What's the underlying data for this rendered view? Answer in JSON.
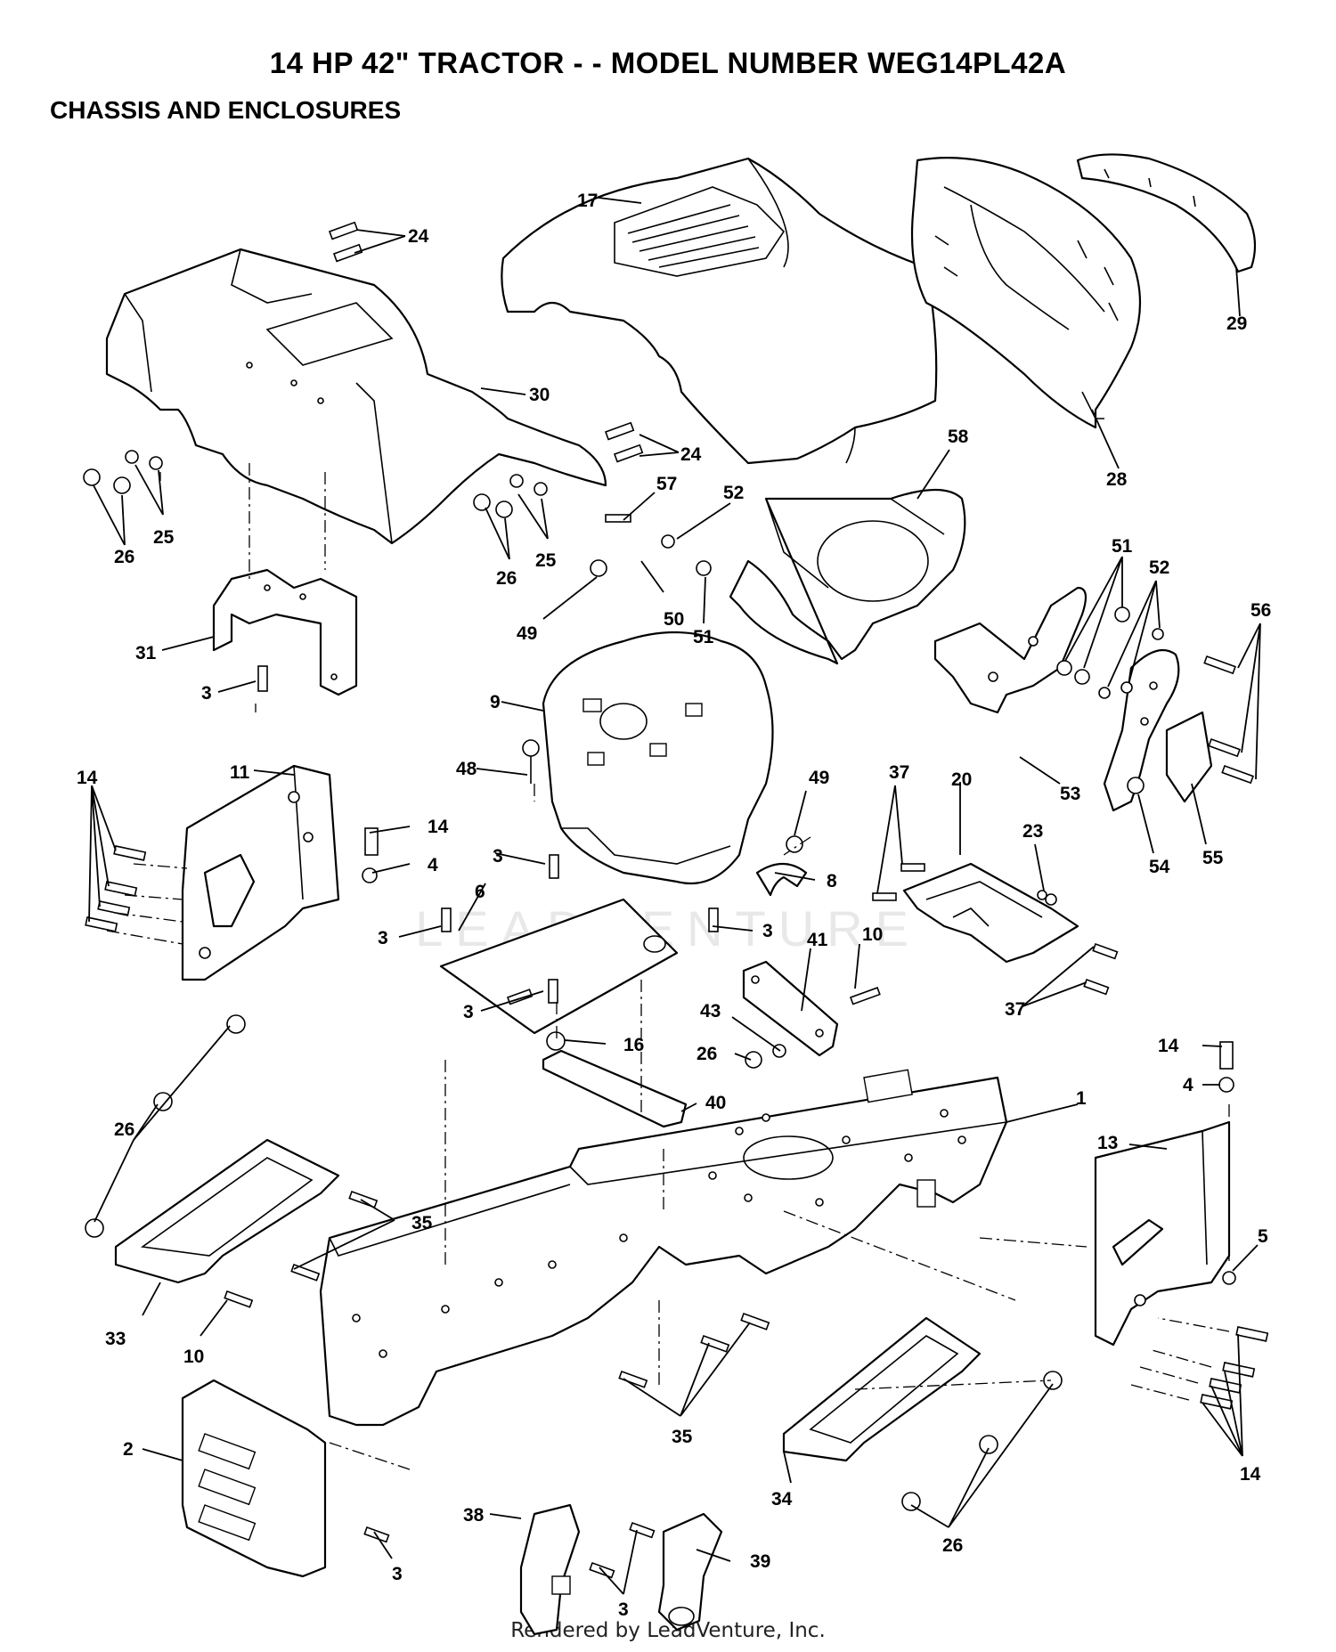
{
  "header": {
    "title": "14 HP 42\" TRACTOR - - MODEL NUMBER WEG14PL42A",
    "subtitle": "CHASSIS AND ENCLOSURES"
  },
  "watermark": "LEADVENTURE",
  "footer": "Rendered by LeadVenture, Inc.",
  "callouts": [
    {
      "id": "c17",
      "label": "17"
    },
    {
      "id": "c24a",
      "label": "24"
    },
    {
      "id": "c29",
      "label": "29"
    },
    {
      "id": "c30",
      "label": "30"
    },
    {
      "id": "c24b",
      "label": "24"
    },
    {
      "id": "c58",
      "label": "58"
    },
    {
      "id": "c28",
      "label": "28"
    },
    {
      "id": "c25a",
      "label": "25"
    },
    {
      "id": "c26a",
      "label": "26"
    },
    {
      "id": "c57",
      "label": "57"
    },
    {
      "id": "c52a",
      "label": "52"
    },
    {
      "id": "c25b",
      "label": "25"
    },
    {
      "id": "c26b",
      "label": "26"
    },
    {
      "id": "c50",
      "label": "50"
    },
    {
      "id": "c49a",
      "label": "49"
    },
    {
      "id": "c51a",
      "label": "51"
    },
    {
      "id": "c51b",
      "label": "51"
    },
    {
      "id": "c52b",
      "label": "52"
    },
    {
      "id": "c56",
      "label": "56"
    },
    {
      "id": "c31",
      "label": "31"
    },
    {
      "id": "c9",
      "label": "9"
    },
    {
      "id": "c3a",
      "label": "3"
    },
    {
      "id": "c53",
      "label": "53"
    },
    {
      "id": "c11",
      "label": "11"
    },
    {
      "id": "c14a",
      "label": "14"
    },
    {
      "id": "c48",
      "label": "48"
    },
    {
      "id": "c49b",
      "label": "49"
    },
    {
      "id": "c37a",
      "label": "37"
    },
    {
      "id": "c20",
      "label": "20"
    },
    {
      "id": "c23",
      "label": "23"
    },
    {
      "id": "c54",
      "label": "54"
    },
    {
      "id": "c55",
      "label": "55"
    },
    {
      "id": "c14b",
      "label": "14"
    },
    {
      "id": "c4a",
      "label": "4"
    },
    {
      "id": "c3b",
      "label": "3"
    },
    {
      "id": "c6",
      "label": "6"
    },
    {
      "id": "c8",
      "label": "8"
    },
    {
      "id": "c3c",
      "label": "3"
    },
    {
      "id": "c3d",
      "label": "3"
    },
    {
      "id": "c10a",
      "label": "10"
    },
    {
      "id": "c41",
      "label": "41"
    },
    {
      "id": "c37b",
      "label": "37"
    },
    {
      "id": "c3e",
      "label": "3"
    },
    {
      "id": "c16",
      "label": "16"
    },
    {
      "id": "c43",
      "label": "43"
    },
    {
      "id": "c26c",
      "label": "26"
    },
    {
      "id": "c14c",
      "label": "14"
    },
    {
      "id": "c4b",
      "label": "4"
    },
    {
      "id": "c40",
      "label": "40"
    },
    {
      "id": "c1",
      "label": "1"
    },
    {
      "id": "c26d",
      "label": "26"
    },
    {
      "id": "c13",
      "label": "13"
    },
    {
      "id": "c35a",
      "label": "35"
    },
    {
      "id": "c5",
      "label": "5"
    },
    {
      "id": "c33",
      "label": "33"
    },
    {
      "id": "c10b",
      "label": "10"
    },
    {
      "id": "c2",
      "label": "2"
    },
    {
      "id": "c35b",
      "label": "35"
    },
    {
      "id": "c14d",
      "label": "14"
    },
    {
      "id": "c38",
      "label": "38"
    },
    {
      "id": "c34",
      "label": "34"
    },
    {
      "id": "c3f",
      "label": "3"
    },
    {
      "id": "c39",
      "label": "39"
    },
    {
      "id": "c3g",
      "label": "3"
    },
    {
      "id": "c26e",
      "label": "26"
    }
  ]
}
